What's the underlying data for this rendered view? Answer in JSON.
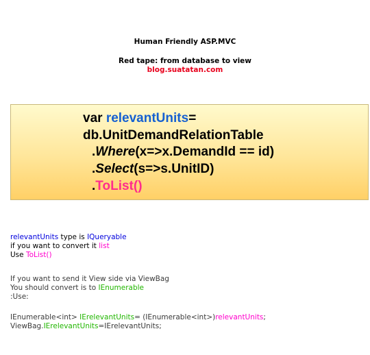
{
  "header": {
    "title": "Human Friendly ASP.MVC",
    "subtitle": "Red tape: from database to view",
    "site": "blog.suatatan.com"
  },
  "code": {
    "l1a": "var ",
    "l1b": "relevantUnits",
    "l1c": "=",
    "l2": "db.UnitDemandRelationTable",
    "l3a": ".",
    "l3b": "Where",
    "l3c": "(x=>x.DemandId == id)",
    "l4a": ".",
    "l4b": "Select",
    "l4c": "(s=>s.UnitID)",
    "l5a": ".",
    "l5b": "ToList()"
  },
  "notes": {
    "p1a": "relevantUnits",
    "p1b": " type is ",
    "p1c": "IQueryable",
    "p2a": "if you want to convert it ",
    "p2b": "list",
    "p3a": "Use ",
    "p3b": "ToList()",
    "p4": "If you want to send it View side via ViewBag",
    "p5a": "You should convert is to ",
    "p5b": "IEnumerable",
    "p6": ":Use:",
    "p7a": "IEnumerable<int> ",
    "p7b": "IErelevantUnits",
    "p7c": "= (IEnumerable<int>)",
    "p7d": "relevantUnits",
    "p7e": ";",
    "p8a": "ViewBag.",
    "p8b": "IErelevantUnits",
    "p8c": "=IErelevantUnits;"
  }
}
